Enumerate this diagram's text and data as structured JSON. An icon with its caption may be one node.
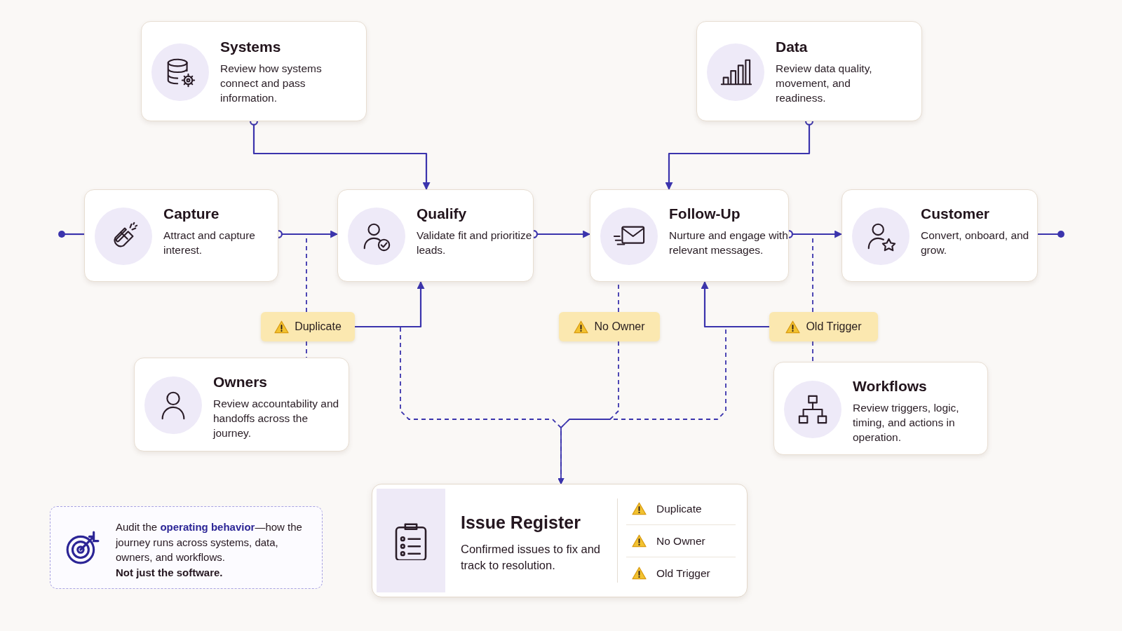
{
  "diagram": {
    "nodes": [
      {
        "text": [
          "Systems",
          "Review how systems connect and pass information."
        ]
      },
      {
        "text": [
          "Data",
          "Review data quality, movement, and readiness."
        ]
      },
      {
        "text": [
          "Capture",
          "Attract and capture interest."
        ]
      },
      {
        "text": [
          "Qualify",
          "Validate fit and prioritize leads."
        ]
      },
      {
        "text": [
          "Follow-Up",
          "Nurture and engage with relevant messages."
        ]
      },
      {
        "text": [
          "Customer",
          "Convert, onboard, and grow."
        ]
      },
      {
        "text": [
          "Duplicate"
        ]
      },
      {
        "text": [
          "No Owner"
        ]
      },
      {
        "text": [
          "Old Trigger"
        ]
      },
      {
        "text": [
          "Owners",
          "Review accountability and handoffs across the journey."
        ]
      },
      {
        "text": [
          "Workflows",
          "Review triggers, logic, timing, and actions in operation."
        ]
      },
      {
        "text": [
          "Issue Register",
          "Confirmed issues to fix and track to resolution.",
          "Duplicate",
          "No Owner",
          "Old Trigger"
        ]
      },
      {
        "text": [
          "Audit the **operating behavior**—how the journey runs across systems, data, owners, and workflows.",
          "Not just the software."
        ]
      }
    ],
    "edges": [
      {
        "from": 0,
        "to": 3,
        "arrow": "to"
      },
      {
        "from": 1,
        "to": 4,
        "arrow": "to"
      },
      {
        "from": 2,
        "to": 3,
        "arrow": "to"
      },
      {
        "from": 3,
        "to": 4,
        "arrow": "to"
      },
      {
        "from": 4,
        "to": 5,
        "arrow": "to"
      },
      {
        "from": null,
        "to": 2,
        "arrow": "other"
      },
      {
        "from": 5,
        "to": null,
        "arrow": "other"
      },
      {
        "from": 6,
        "to": 3,
        "arrow": "to"
      },
      {
        "from": 8,
        "to": 4,
        "arrow": "to"
      },
      {
        "from": 6,
        "to": null,
        "arrow": "none",
        "style": "dashed"
      },
      {
        "from": 6,
        "to": 9,
        "arrow": "none",
        "style": "dashed"
      },
      {
        "from": 7,
        "to": 4,
        "arrow": "none",
        "style": "dashed"
      },
      {
        "from": 8,
        "to": null,
        "arrow": "none",
        "style": "dashed"
      },
      {
        "from": 8,
        "to": 10,
        "arrow": "none",
        "style": "dashed"
      },
      {
        "from": 6,
        "to": 11,
        "arrow": "to",
        "style": "dashed"
      },
      {
        "from": 7,
        "to": 11,
        "arrow": "to",
        "style": "dashed"
      },
      {
        "from": 8,
        "to": 11,
        "arrow": "to",
        "style": "dashed"
      }
    ]
  }
}
